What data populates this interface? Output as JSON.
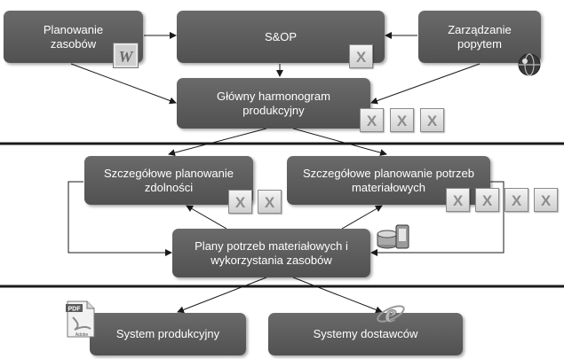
{
  "boxes": {
    "planowanie_zasobow": [
      "Planowanie",
      "zasobów"
    ],
    "sop": [
      "S&OP"
    ],
    "zarzadzanie_popytem": [
      "Zarządzanie",
      "popytem"
    ],
    "glowny_harmonogram": [
      "Główny harmonogram",
      "produkcyjny"
    ],
    "szczegolowe_zdolnosci": [
      "Szczegółowe planowanie",
      "zdolności"
    ],
    "szczegolowe_materialowe": [
      "Szczegółowe planowanie potrzeb",
      "materiałowych"
    ],
    "plany_potrzeb": [
      "Plany potrzeb materiałowych i",
      "wykorzystania zasobów"
    ],
    "system_produkcyjny": [
      "System produkcyjny"
    ],
    "systemy_dostawcow": [
      "Systemy dostawców"
    ]
  },
  "icons": {
    "word": "W",
    "excel": "X",
    "pdf_label": "PDF",
    "pdf_brand": "Adobe",
    "ie": "e"
  },
  "colors": {
    "box": "#5e5e5e",
    "line": "#1a1a1a",
    "excel_mark": "#8c8c8c"
  }
}
